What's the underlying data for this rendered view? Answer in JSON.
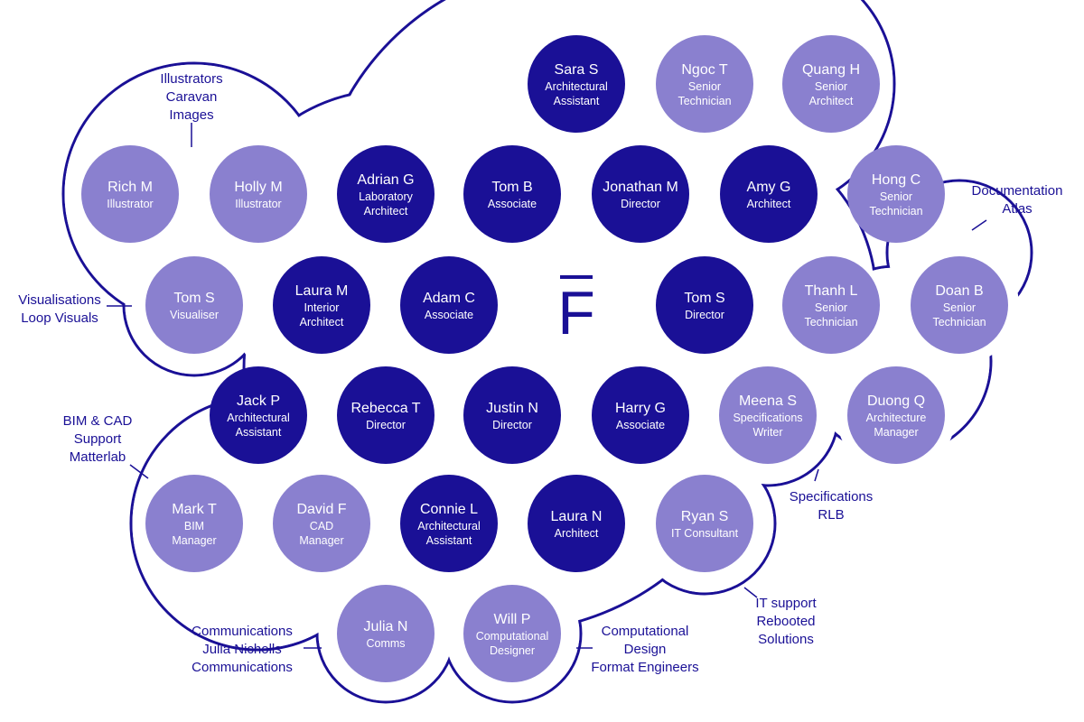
{
  "colors": {
    "core": "#1a1096",
    "consultant": "#8a80cf",
    "text_on_circle": "#ffffff",
    "outline": "#1a1096",
    "label": "#1a1096"
  },
  "logo": {
    "letter": "F"
  },
  "core_team": [
    {
      "name": "Sara S",
      "role": [
        "Architectural",
        "Assistant"
      ]
    },
    {
      "name": "Adrian G",
      "role": [
        "Laboratory",
        "Architect"
      ]
    },
    {
      "name": "Tom B",
      "role": [
        "Associate"
      ]
    },
    {
      "name": "Jonathan M",
      "role": [
        "Director"
      ]
    },
    {
      "name": "Amy G",
      "role": [
        "Architect"
      ]
    },
    {
      "name": "Laura M",
      "role": [
        "Interior",
        "Architect"
      ]
    },
    {
      "name": "Adam C",
      "role": [
        "Associate"
      ]
    },
    {
      "name": "Tom S",
      "role": [
        "Director"
      ]
    },
    {
      "name": "Jack P",
      "role": [
        "Architectural",
        "Assistant"
      ]
    },
    {
      "name": "Rebecca T",
      "role": [
        "Director"
      ]
    },
    {
      "name": "Justin N",
      "role": [
        "Director"
      ]
    },
    {
      "name": "Harry G",
      "role": [
        "Associate"
      ]
    },
    {
      "name": "Connie L",
      "role": [
        "Architectural",
        "Assistant"
      ]
    },
    {
      "name": "Laura N",
      "role": [
        "Architect"
      ]
    }
  ],
  "consultants": [
    {
      "name": "Rich M",
      "role": [
        "Illustrator"
      ]
    },
    {
      "name": "Holly M",
      "role": [
        "Illustrator"
      ]
    },
    {
      "name": "Ngoc T",
      "role": [
        "Senior",
        "Technician"
      ]
    },
    {
      "name": "Quang H",
      "role": [
        "Senior",
        "Architect"
      ]
    },
    {
      "name": "Hong C",
      "role": [
        "Senior",
        "Technician"
      ]
    },
    {
      "name": "Thanh L",
      "role": [
        "Senior",
        "Technician"
      ]
    },
    {
      "name": "Doan B",
      "role": [
        "Senior",
        "Technician"
      ]
    },
    {
      "name": "Duong Q",
      "role": [
        "Architecture",
        "Manager"
      ]
    },
    {
      "name": "Tom S",
      "role": [
        "Visualiser"
      ]
    },
    {
      "name": "Meena S",
      "role": [
        "Specifications",
        "Writer"
      ]
    },
    {
      "name": "Mark T",
      "role": [
        "BIM",
        "Manager"
      ]
    },
    {
      "name": "David F",
      "role": [
        "CAD",
        "Manager"
      ]
    },
    {
      "name": "Ryan S",
      "role": [
        "IT Consultant"
      ]
    },
    {
      "name": "Julia N",
      "role": [
        "Comms"
      ]
    },
    {
      "name": "Will P",
      "role": [
        "Computational",
        "Designer"
      ]
    }
  ],
  "external_labels": [
    {
      "lines": [
        "Illustrators",
        "Caravan",
        "Images"
      ]
    },
    {
      "lines": [
        "Documentation",
        "Atlas"
      ]
    },
    {
      "lines": [
        "Visualisations",
        "Loop Visuals"
      ]
    },
    {
      "lines": [
        "BIM & CAD",
        "Support",
        "Matterlab"
      ]
    },
    {
      "lines": [
        "Specifications",
        "RLB"
      ]
    },
    {
      "lines": [
        "IT support",
        "Rebooted",
        "Solutions"
      ]
    },
    {
      "lines": [
        "Communications",
        "Julia Nicholls",
        "Communications"
      ]
    },
    {
      "lines": [
        "Computational",
        "Design",
        "Format Engineers"
      ]
    }
  ]
}
